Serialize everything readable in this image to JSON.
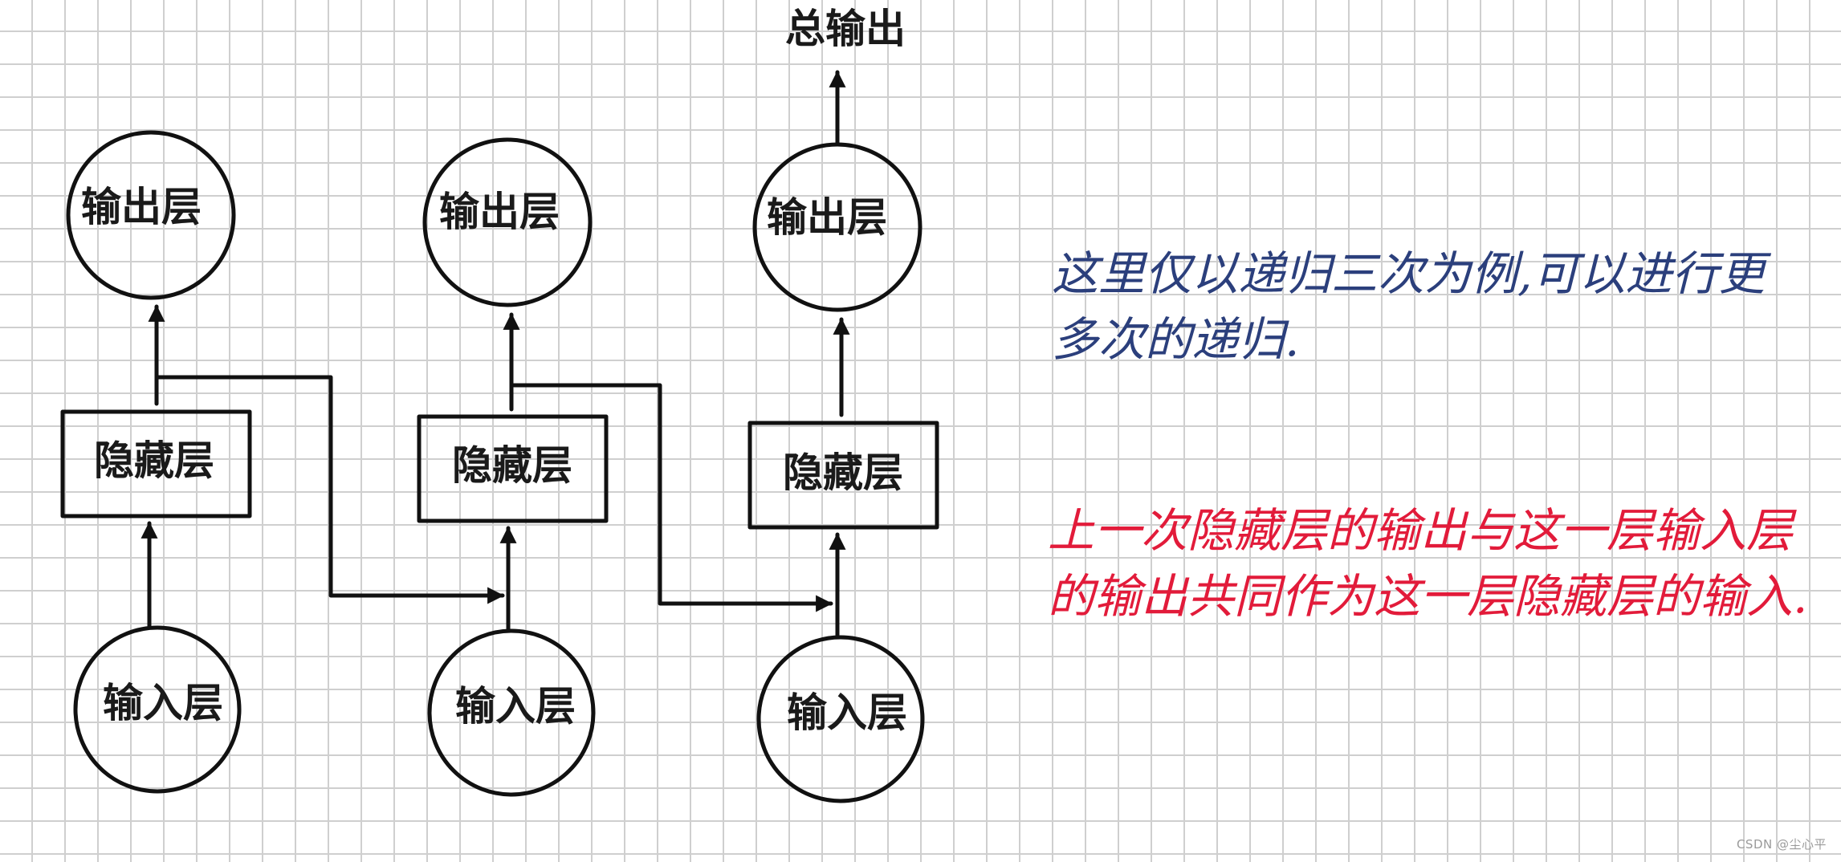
{
  "labels": {
    "total_output": "总输出",
    "output_layer": "输出层",
    "hidden_layer": "隐藏层",
    "input_layer": "输入层"
  },
  "notes": {
    "blue_line1": "这里仅以递归三次为例,可以进行更",
    "blue_line2": "多次的递归.",
    "red_line1": "上一次隐藏层的输出与这一层输入层",
    "red_line2": "的输出共同作为这一层隐藏层的输入."
  },
  "colors": {
    "grid": "#cfcfcf",
    "ink": "#111111",
    "note_blue": "#2b3f7c",
    "note_red": "#e21b3a"
  },
  "watermark": "CSDN @尘心平"
}
